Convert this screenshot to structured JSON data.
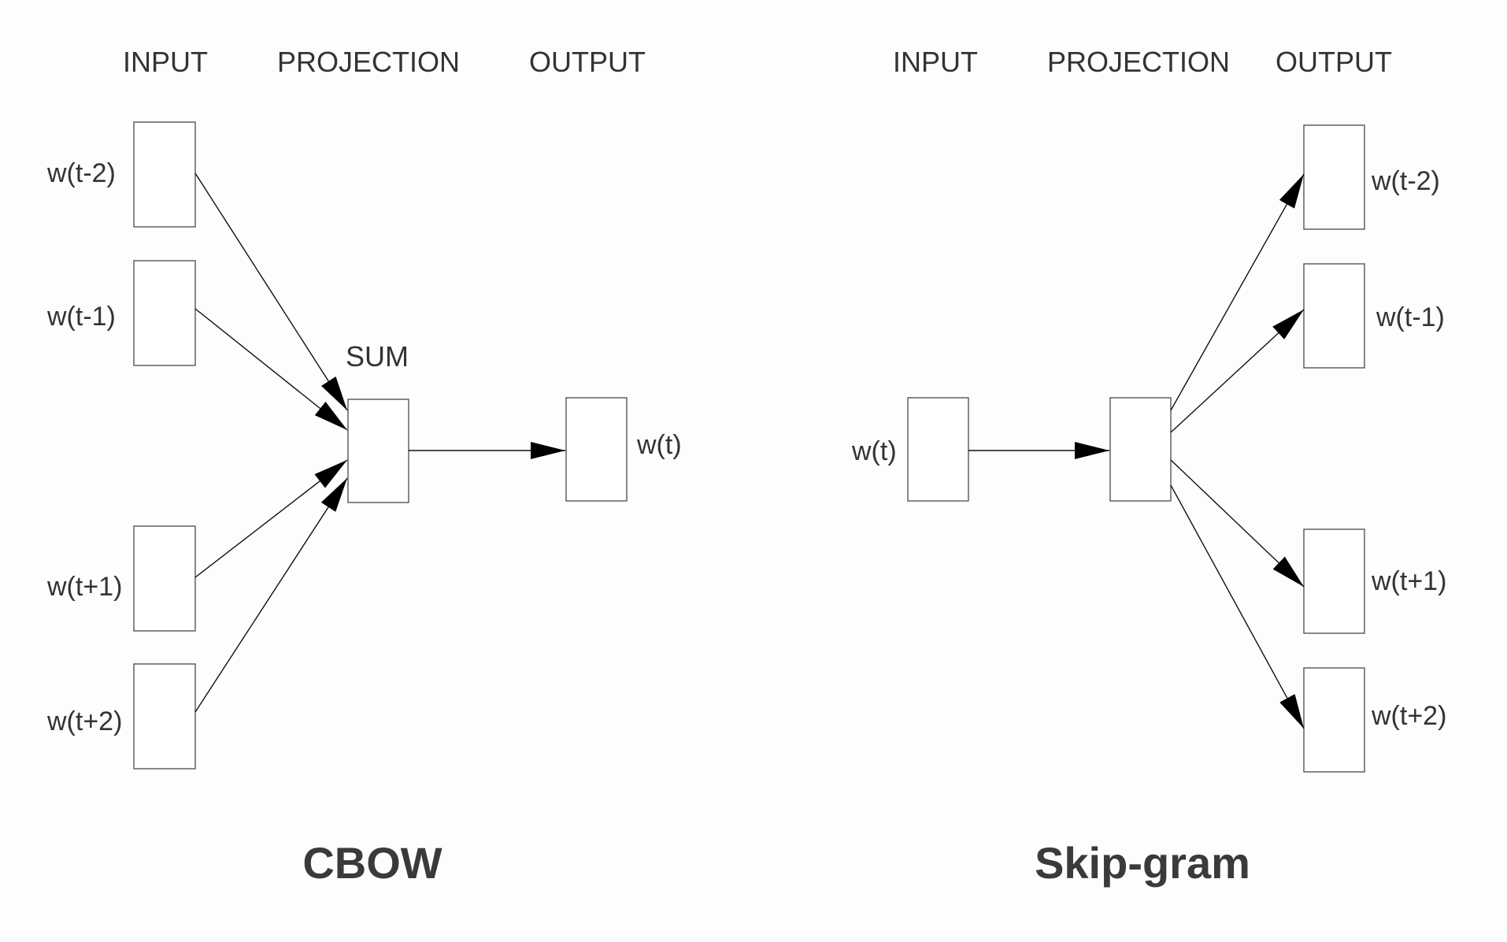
{
  "cbow": {
    "header_input": "INPUT",
    "header_projection": "PROJECTION",
    "header_output": "OUTPUT",
    "sum_label": "SUM",
    "inputs": [
      "w(t-2)",
      "w(t-1)",
      "w(t+1)",
      "w(t+2)"
    ],
    "output": "w(t)",
    "title": "CBOW"
  },
  "skipgram": {
    "header_input": "INPUT",
    "header_projection": "PROJECTION",
    "header_output": "OUTPUT",
    "input": "w(t)",
    "outputs": [
      "w(t-2)",
      "w(t-1)",
      "w(t+1)",
      "w(t+2)"
    ],
    "title": "Skip-gram"
  }
}
